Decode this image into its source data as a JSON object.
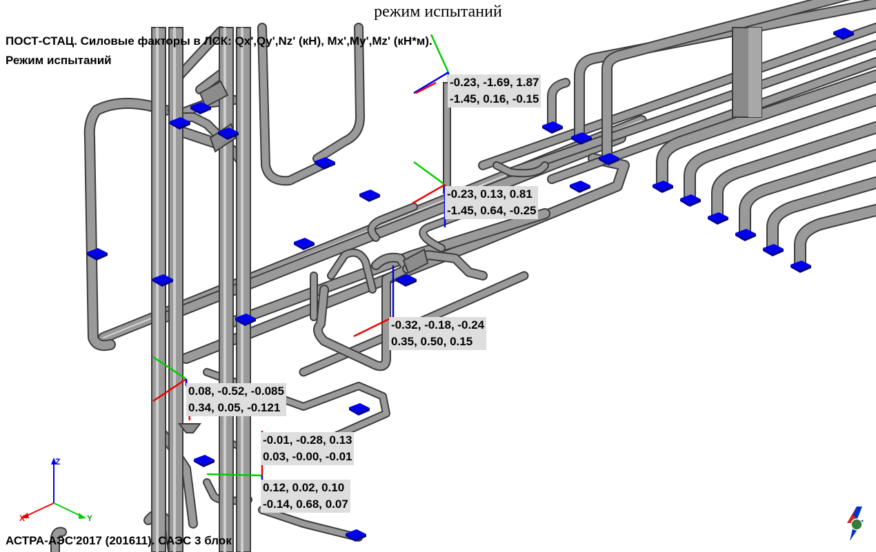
{
  "window": {
    "caption": "режим испытаний",
    "header_line1": "ПОСТ-СТАЦ. Силовые факторы в ЛСК: Qx',Qy',Nz' (кН), Mx',My',Mz' (кН*м).",
    "header_line2": "Режим испытаний",
    "footer": "АСТРА-АЭС'2017 (201611). САЭС  3 блок"
  },
  "colors": {
    "pipe": "#9a9a9a",
    "pipe_edge": "#3c3c3c",
    "support": "#0000ee",
    "axis_x": "#ee0000",
    "axis_y": "#00cc00",
    "axis_z": "#0000ee",
    "label_bg": "#dedede"
  },
  "labels": [
    {
      "forces": "-0.23, -1.69, 1.87",
      "moments": "-1.45, 0.16, -0.15"
    },
    {
      "forces": "-0.23, 0.13, 0.81",
      "moments": "-1.45, 0.64, -0.25"
    },
    {
      "forces": "-0.32, -0.18, -0.24",
      "moments": "0.35, 0.50, 0.15"
    },
    {
      "forces": "0.08, -0.52, -0.085",
      "moments": "0.34, 0.05, -0.121"
    },
    {
      "forces": "-0.01, -0.28, 0.13",
      "moments": "0.03, -0.00, -0.01"
    },
    {
      "forces": "0.12, 0.02, 0.10",
      "moments": "-0.14, 0.68, 0.07"
    }
  ],
  "global_axes": {
    "x": "X",
    "y": "Y",
    "z": "Z"
  },
  "icons": {
    "logo": "astra-logo-icon"
  }
}
